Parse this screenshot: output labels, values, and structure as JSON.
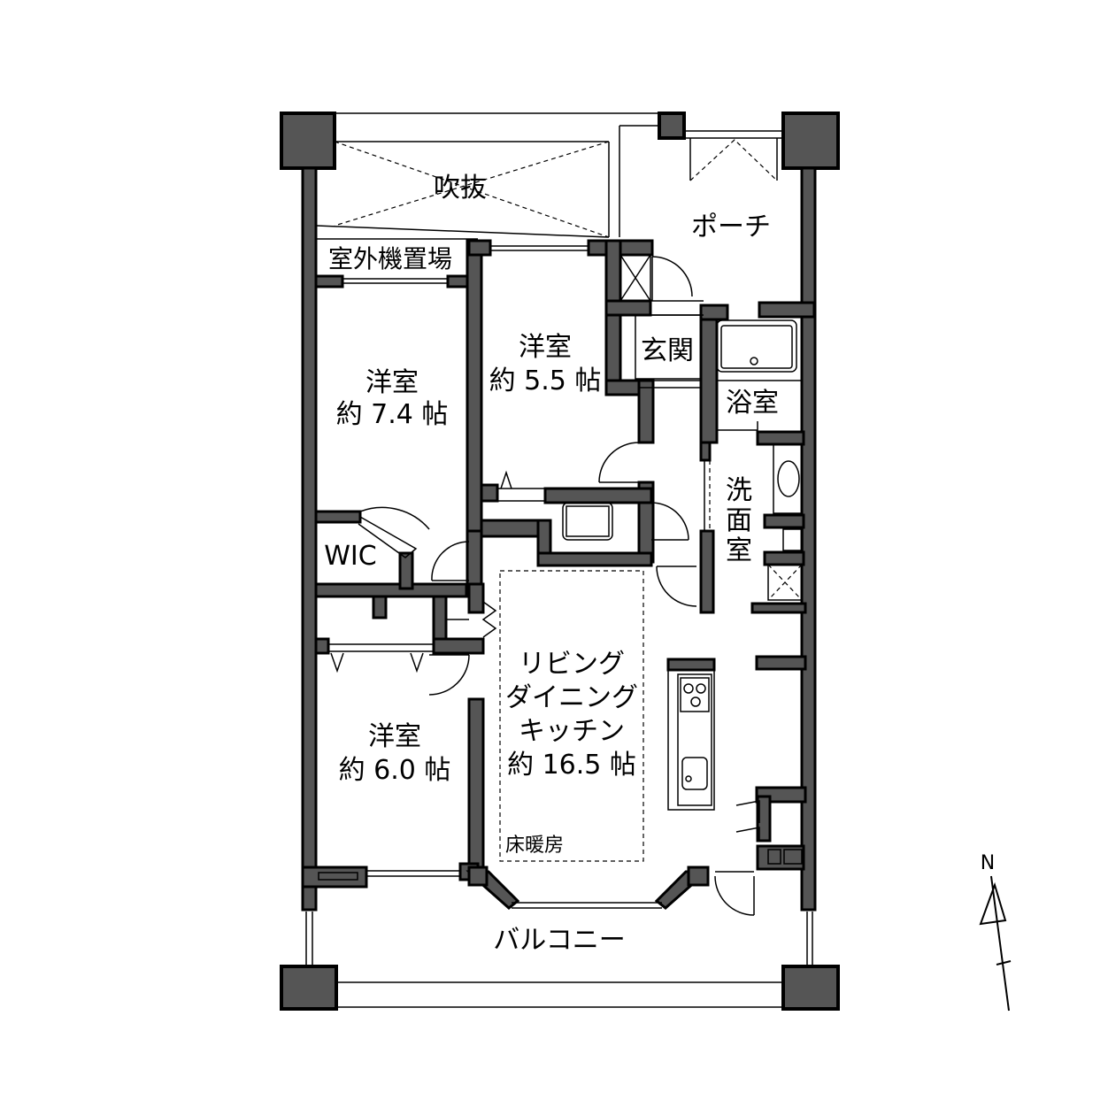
{
  "rooms": {
    "void": "吹抜",
    "porch": "ポーチ",
    "ac_space": "室外機置場",
    "bed1": {
      "name": "洋室",
      "size": "約 7.4 帖"
    },
    "bed2": {
      "name": "洋室",
      "size": "約 5.5 帖"
    },
    "bed3": {
      "name": "洋室",
      "size": "約 6.0 帖"
    },
    "entrance": "玄関",
    "bath": "浴室",
    "washroom": [
      "洗",
      "面",
      "室"
    ],
    "wic": "WIC",
    "ldk": {
      "line1": "リビング",
      "line2": "ダイニング",
      "line3": "キッチン",
      "size": "約 16.5 帖"
    },
    "floor_heating": "床暖房",
    "balcony": "バルコニー"
  },
  "compass": {
    "north": "N"
  },
  "colors": {
    "wall": "#555555",
    "line": "#000000",
    "background": "#ffffff"
  }
}
